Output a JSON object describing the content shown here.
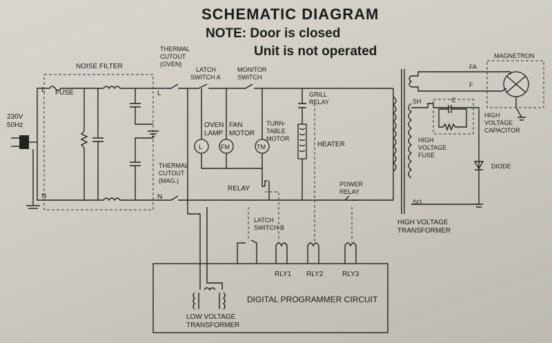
{
  "title": "SCHEMATIC DIAGRAM",
  "note_line1": "NOTE: Door is closed",
  "note_line2": "Unit is not operated",
  "labels": {
    "noise_filter": "NOISE FILTER",
    "fuse": "FUSE",
    "supply_v": "230V",
    "supply_hz": "50Hz",
    "l_top": "L",
    "n_bot": "N",
    "l_cutout": "L",
    "n_cutout": "N",
    "thermal_oven_1": "THERMAL",
    "thermal_oven_2": "CUTOUT",
    "thermal_oven_3": "(OVEN)",
    "latch_a_1": "LATCH",
    "latch_a_2": "SWITCH A",
    "monitor_1": "MONITOR",
    "monitor_2": "SWITCH",
    "grill_1": "GRILL",
    "grill_2": "RELAY",
    "oven_lamp_1": "OVEN",
    "oven_lamp_2": "LAMP",
    "fan_1": "FAN",
    "fan_2": "MOTOR",
    "turn_1": "TURN-",
    "turn_2": "TABLE",
    "turn_3": "MOTOR",
    "heater": "HEATER",
    "sym_l": "L",
    "sym_fm": "FM",
    "sym_tm": "TM",
    "thermal_mag_1": "THERMAL",
    "thermal_mag_2": "CUTOUT",
    "thermal_mag_3": "(MAG.)",
    "relay": "RELAY",
    "power_relay_1": "POWER",
    "power_relay_2": "RELAY",
    "latch_b_1": "LATCH",
    "latch_b_2": "SWITCH B",
    "rly1": "RLY1",
    "rly2": "RLY2",
    "rly3": "RLY3",
    "digital": "DIGITAL PROGRAMMER CIRCUIT",
    "lvt_1": "LOW  VOLTAGE",
    "lvt_2": "TRANSFORMER",
    "hvt_1": "HIGH VOLTAGE",
    "hvt_2": "TRANSFORMER",
    "magnetron": "MAGNETRON",
    "fa": "FA",
    "f": "F",
    "sh": "SH",
    "so": "SO",
    "c": "C",
    "hv_fuse_1": "HIGH",
    "hv_fuse_2": "VOLTAGE",
    "hv_fuse_3": "FUSE",
    "hv_cap_1": "HIGH",
    "hv_cap_2": "VOLTAGE",
    "hv_cap_3": "CAPACITOR",
    "diode": "DIODE"
  }
}
